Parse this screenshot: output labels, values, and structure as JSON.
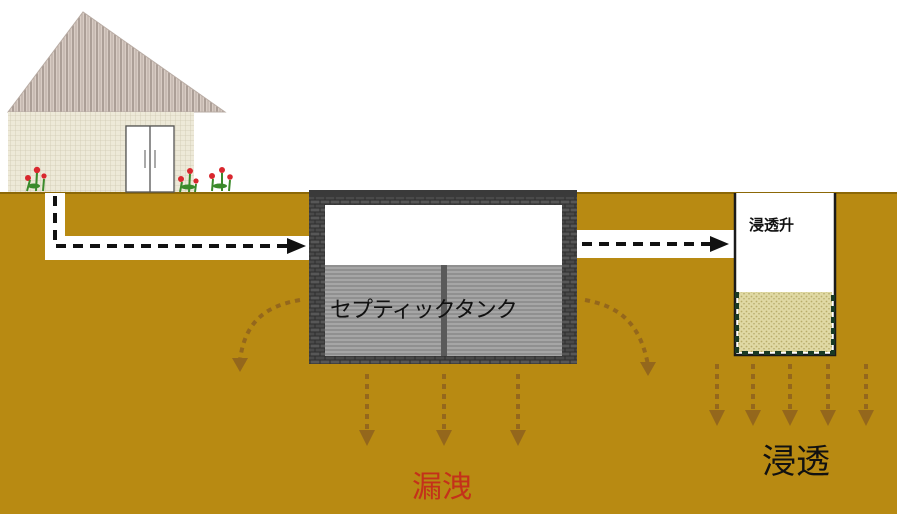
{
  "labels": {
    "septic_tank": "セプティックタンク",
    "infiltration_pit": "浸透升",
    "leakage": "漏洩",
    "infiltration": "浸透"
  },
  "colors": {
    "soil": "#b88a12",
    "soil_edge": "#8c6808",
    "arrow_brown": "#94671c",
    "wall": "#3a3a3a",
    "sediment": "#a6a6a6",
    "gravel": "#e0d9a4",
    "leak_text": "#c4311a",
    "roof": "#d8ccc4",
    "house_wall": "#ede9d8"
  },
  "icons": [
    "house",
    "flower",
    "septic-tank",
    "infiltration-pit",
    "flow-arrow",
    "seepage-arrow"
  ]
}
